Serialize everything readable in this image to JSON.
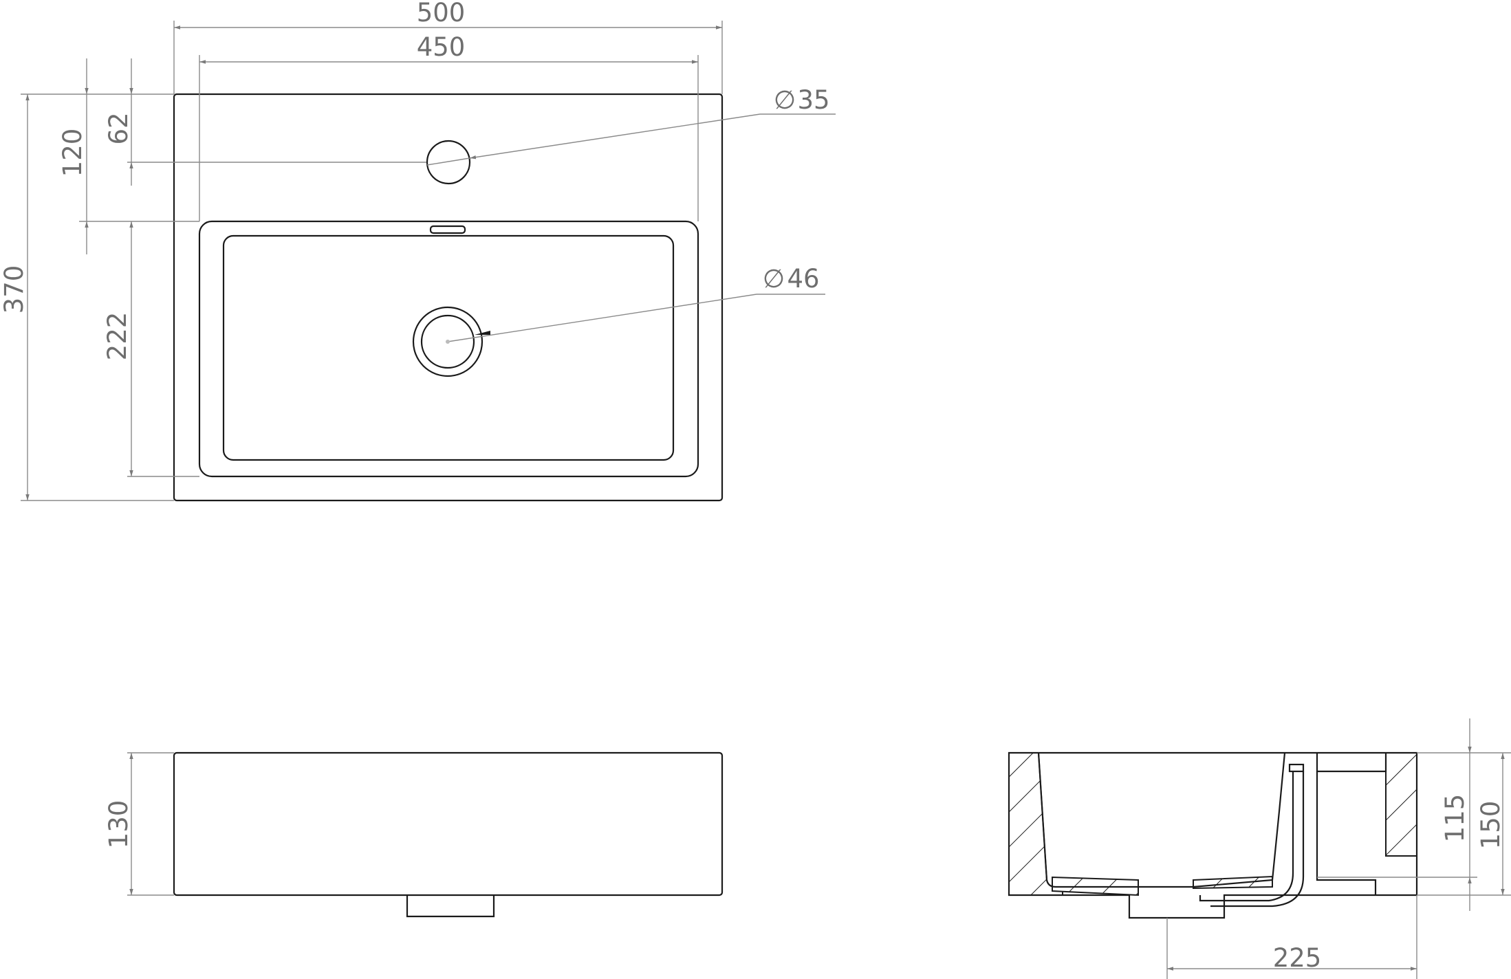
{
  "top_view": {
    "dims": {
      "overall_width": "500",
      "inner_width": "450",
      "overall_depth": "370",
      "tap_hole_offset": "62",
      "basin_offset": "120",
      "basin_depth": "222"
    },
    "tap_hole_diameter": "35",
    "drain_diameter": "46",
    "diameter_symbol": "∅"
  },
  "front_view": {
    "height": "130"
  },
  "section_view": {
    "inner_height": "115",
    "total_height": "150",
    "drain_offset": "225"
  }
}
